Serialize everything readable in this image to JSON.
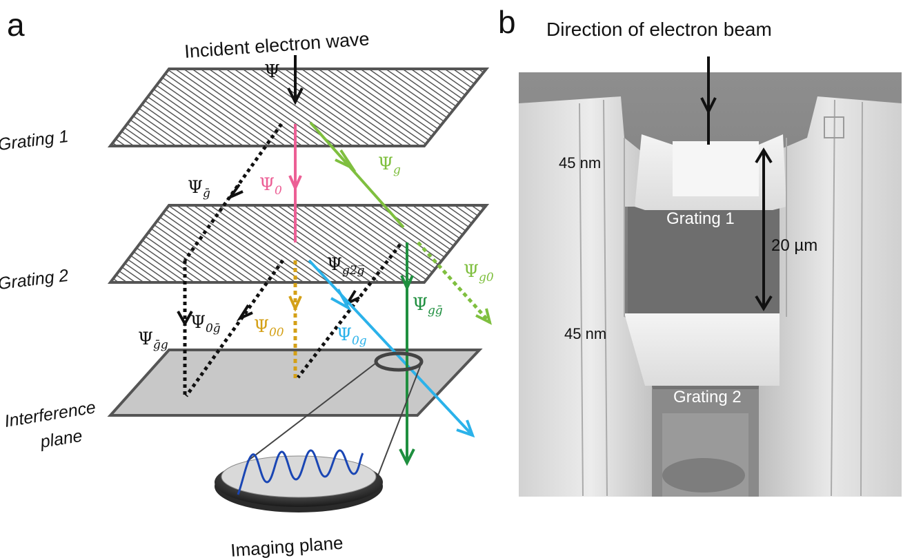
{
  "panel_a": {
    "label": "a",
    "title": "Incident electron wave",
    "grating1": "Grating 1",
    "grating2": "Grating 2",
    "interference_line1": "Interference",
    "interference_line2": "plane",
    "imaging": "Imaging plane",
    "psi": "Ψ",
    "beams": {
      "incident": "",
      "g1_minus": "ḡ",
      "g1_zero": "0",
      "g1_plus": "g",
      "g2_mm": "ḡg",
      "g2_0m": "0ḡ",
      "g2_00": "00",
      "g2_0g": "0g",
      "g2_g2g": "g2̅g̅",
      "g2_gm": "gḡ",
      "g2_g0": "g0"
    }
  },
  "panel_b": {
    "label": "b",
    "title": "Direction of electron beam",
    "top_thickness": "45 nm",
    "bottom_thickness": "45 nm",
    "grating1": "Grating 1",
    "grating2": "Grating 2",
    "gap": "20 µm"
  },
  "colors": {
    "incident": "#111111",
    "pink": "#ec5f95",
    "lightgreen": "#7fbf3f",
    "darkgreen": "#1f8f3f",
    "blue": "#2bb2ea",
    "gold": "#d4a017",
    "black": "#111111",
    "wave": "#1a46b4"
  }
}
